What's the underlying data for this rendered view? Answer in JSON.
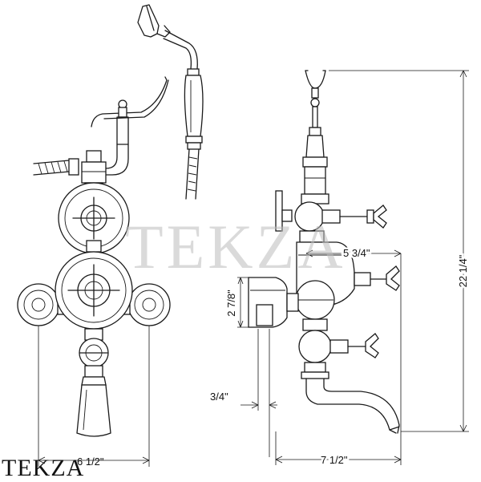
{
  "watermark": "TEKZA",
  "logo": "TEKZA",
  "dimensions": {
    "width_front": "6 1/2\"",
    "width_side": "7 1/2\"",
    "height_total": "22 1/4\"",
    "arm_depth": "5 3/4\"",
    "body_height": "2 7/8\"",
    "inlet": "3/4\""
  }
}
